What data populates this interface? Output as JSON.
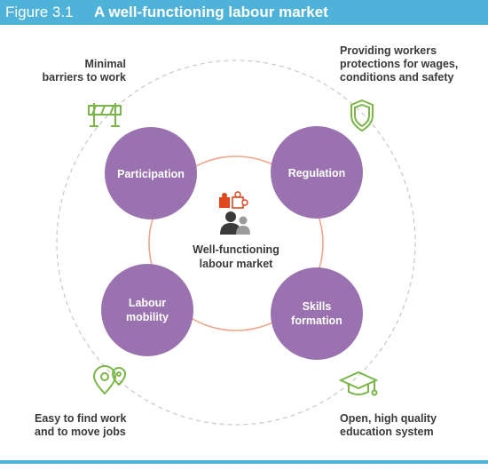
{
  "header": {
    "figure_number": "Figure 3.1",
    "title": "A well-functioning labour market"
  },
  "center": {
    "label": "Well-functioning\nlabour market",
    "icon": "puzzle-people-icon"
  },
  "pillars": [
    {
      "label": "Participation",
      "icon": "road-barrier-icon",
      "outer_label": "Minimal\nbarriers to work"
    },
    {
      "label": "Regulation",
      "icon": "shield-icon",
      "outer_label": "Providing workers\nprotections for wages,\nconditions and safety"
    },
    {
      "label": "Labour\nmobility",
      "icon": "location-pins-icon",
      "outer_label": "Easy to find work\nand to move jobs"
    },
    {
      "label": "Skills\nformation",
      "icon": "graduation-cap-icon",
      "outer_label": "Open, high quality\neducation system"
    }
  ],
  "colors": {
    "header": "#4fb3d9",
    "pillar": "#9b72b0",
    "ring": "#f0a58a",
    "icon_green": "#7ab648",
    "puzzle_red": "#e2461d",
    "dashed": "#c8c8c8"
  }
}
